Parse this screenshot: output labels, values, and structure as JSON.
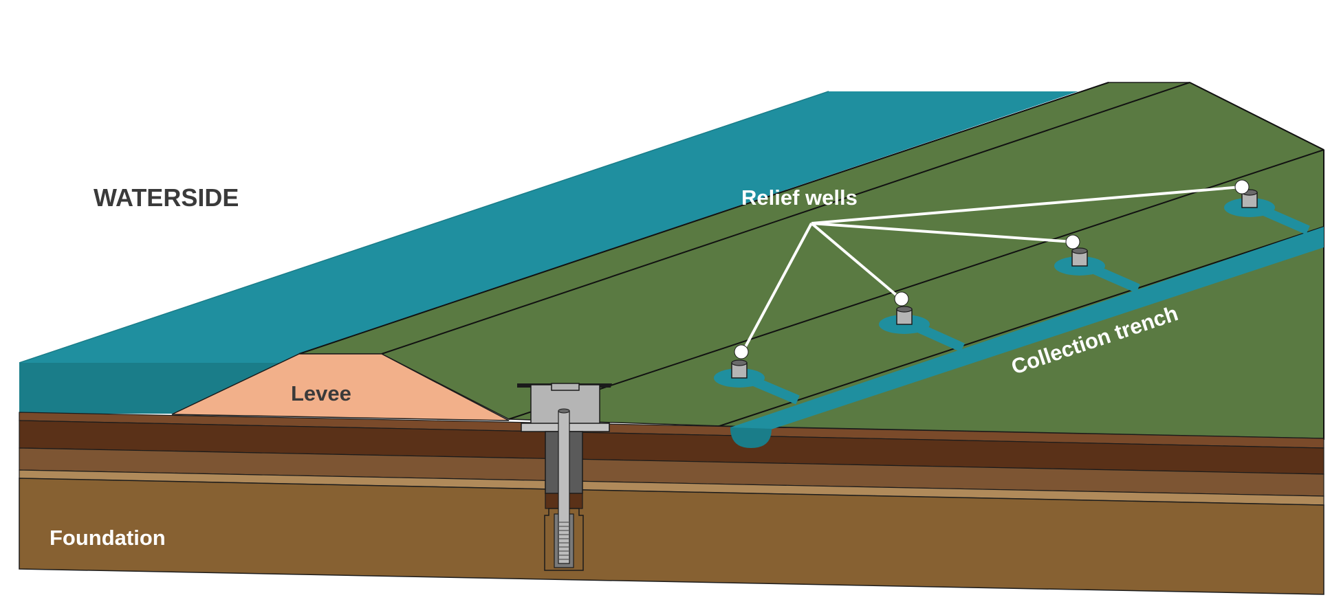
{
  "labels": {
    "waterside": "WATERSIDE",
    "relief_wells": "Relief wells",
    "levee": "Levee",
    "collection_trench": "Collection trench",
    "foundation": "Foundation"
  },
  "colors": {
    "water": "#1f8f9f",
    "water_face": "#1a7d89",
    "grass": "#5a7a42",
    "levee": "#f2b08a",
    "topsoil": "#7a4a2a",
    "dark_soil": "#5a3118",
    "mid_soil": "#7d5533",
    "sand_band": "#b08a5a",
    "foundation": "#876132",
    "well_gray": "#b5b5b5",
    "text_dark": "#3a3a3a",
    "text_light": "#ffffff"
  }
}
